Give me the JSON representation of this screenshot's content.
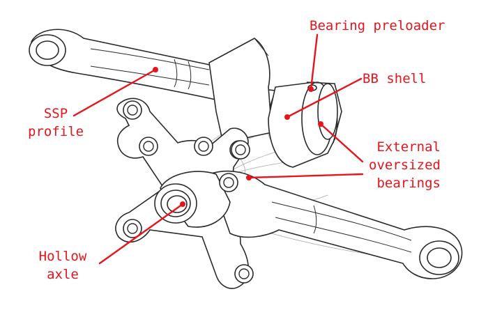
{
  "colors": {
    "annotation": "#e8141c",
    "drawing_stroke": "#2a2a2a",
    "drawing_hidden": "#9a9a9a",
    "background": "#ffffff"
  },
  "labels": {
    "bearing_preloader": "Bearing preloader",
    "bb_shell": "BB shell",
    "ssp_profile": [
      "SSP",
      "profile"
    ],
    "external_bearings": [
      "External",
      "oversized",
      "bearings"
    ],
    "hollow_axle": [
      "Hollow",
      "axle"
    ]
  }
}
